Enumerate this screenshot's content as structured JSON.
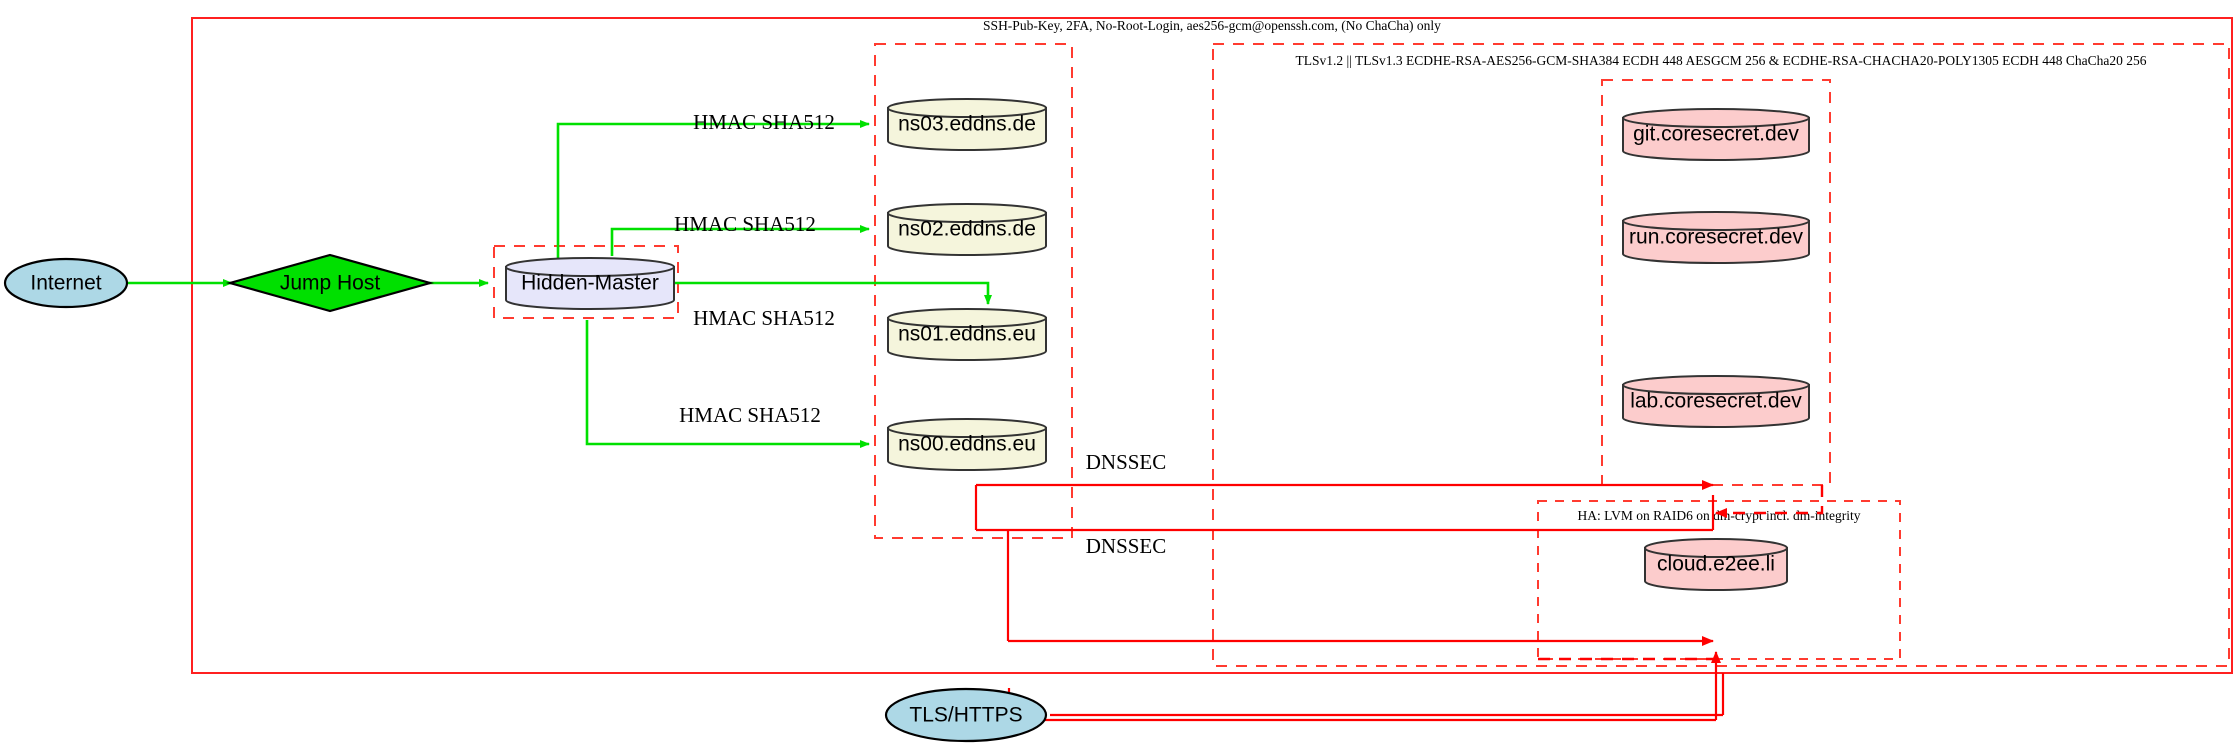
{
  "diagram": {
    "title_note": "SSH-Pub-Key, 2FA, No-Root-Login, aes256-gcm@openssh.com, (No ChaCha) only",
    "clusters": [
      {
        "id": "outer_ssh",
        "label": "SSH-Pub-Key, 2FA, No-Root-Login, aes256-gcm@openssh.com, (No ChaCha) only",
        "style": "solid"
      },
      {
        "id": "tls_cluster",
        "label": "TLSv1.2 || TLSv1.3 ECDHE-RSA-AES256-GCM-SHA384 ECDH 448 AESGCM 256 & ECDHE-RSA-CHACHA20-POLY1305 ECDH 448 ChaCha20 256",
        "style": "dashed"
      },
      {
        "id": "ha_cluster",
        "label": "HA: LVM on RAID6 on dm-crypt incl. dm-integrity",
        "style": "dashed"
      },
      {
        "id": "dns_cluster",
        "label": "",
        "style": "dashed"
      },
      {
        "id": "coresecret_cluster",
        "label": "",
        "style": "dashed"
      },
      {
        "id": "hidden_master_cluster",
        "label": "",
        "style": "dashed"
      }
    ],
    "nodes": [
      {
        "id": "internet",
        "label": "Internet",
        "shape": "ellipse",
        "fill": "#add8e6"
      },
      {
        "id": "jumphost",
        "label": "Jump Host",
        "shape": "diamond",
        "fill": "#00e000"
      },
      {
        "id": "hiddenmaster",
        "label": "Hidden-Master",
        "shape": "cylinder",
        "fill": "#e6e6fa"
      },
      {
        "id": "ns03",
        "label": "ns03.eddns.de",
        "shape": "cylinder",
        "fill": "#f5f5dc"
      },
      {
        "id": "ns02",
        "label": "ns02.eddns.de",
        "shape": "cylinder",
        "fill": "#f5f5dc"
      },
      {
        "id": "ns01",
        "label": "ns01.eddns.eu",
        "shape": "cylinder",
        "fill": "#f5f5dc"
      },
      {
        "id": "ns00",
        "label": "ns00.eddns.eu",
        "shape": "cylinder",
        "fill": "#f5f5dc"
      },
      {
        "id": "git",
        "label": "git.coresecret.dev",
        "shape": "cylinder",
        "fill": "#fccccc"
      },
      {
        "id": "run",
        "label": "run.coresecret.dev",
        "shape": "cylinder",
        "fill": "#fccccc"
      },
      {
        "id": "lab",
        "label": "lab.coresecret.dev",
        "shape": "cylinder",
        "fill": "#fccccc"
      },
      {
        "id": "cloud",
        "label": "cloud.e2ee.li",
        "shape": "cylinder",
        "fill": "#fccccc"
      },
      {
        "id": "tlshttps",
        "label": "TLS/HTTPS",
        "shape": "ellipse",
        "fill": "#add8e6"
      }
    ],
    "edge_labels": {
      "hmac_ns03": "HMAC SHA512",
      "hmac_ns02": "HMAC SHA512",
      "hmac_ns01": "HMAC SHA512",
      "hmac_ns00": "HMAC SHA512",
      "dnssec_upper": "DNSSEC",
      "dnssec_lower": "DNSSEC"
    },
    "colors": {
      "green_edge": "#00e000",
      "red_edge": "#ff0000",
      "cluster_red": "#ff3b30",
      "node_blue": "#add8e6",
      "node_lavender": "#e6e6fa",
      "node_beige": "#f5f5dc",
      "node_pink": "#fccccc"
    }
  }
}
